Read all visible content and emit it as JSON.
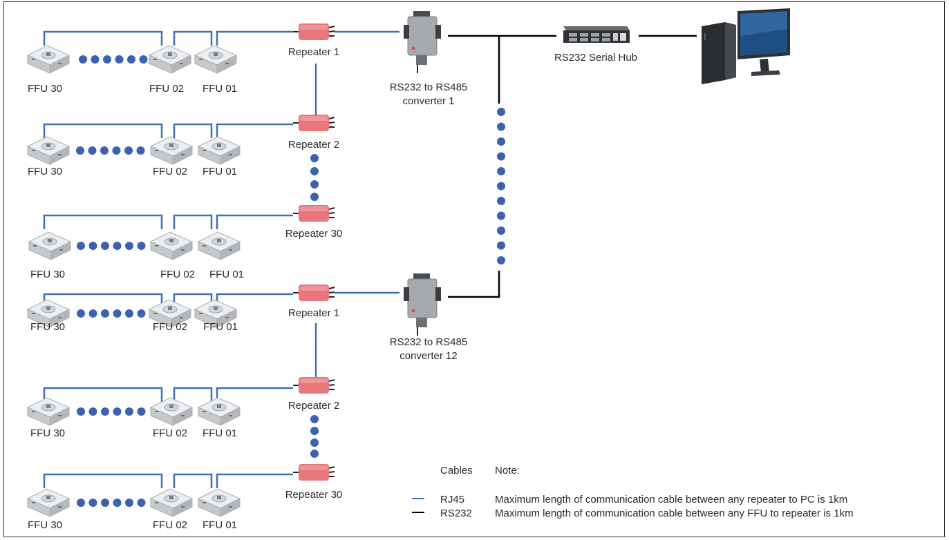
{
  "ffu_rows": [
    {
      "labels": [
        "FFU 30",
        "FFU 02",
        "FFU 01"
      ]
    },
    {
      "labels": [
        "FFU 30",
        "FFU 02",
        "FFU 01"
      ]
    },
    {
      "labels": [
        "FFU 30",
        "FFU 02",
        "FFU 01"
      ]
    },
    {
      "labels": [
        "FFU 30",
        "FFU 02",
        "FFU 01"
      ]
    },
    {
      "labels": [
        "FFU 30",
        "FFU 02",
        "FFU 01"
      ]
    },
    {
      "labels": [
        "FFU 30",
        "FFU 02",
        "FFU 01"
      ]
    }
  ],
  "repeaters": [
    "Repeater 1",
    "Repeater 2",
    "Repeater 30",
    "Repeater 1",
    "Repeater 2",
    "Repeater 30"
  ],
  "converters": [
    {
      "line1": "RS232 to RS485",
      "line2": "converter 1"
    },
    {
      "line1": "RS232 to RS485",
      "line2": "converter 12"
    }
  ],
  "hub_label": "RS232 Serial Hub",
  "legend": {
    "title": "Cables",
    "items": [
      {
        "name": "RJ45",
        "color": "#3f6fb5"
      },
      {
        "name": "RS232",
        "color": "#000000"
      }
    ]
  },
  "note": {
    "title": "Note:",
    "lines": [
      "Maximum length of communication cable between any repeater to PC is 1km",
      "Maximum length of communication cable between any FFU to repeater is 1km"
    ]
  },
  "colors": {
    "rj45": "#3f6fb5",
    "rs232": "#000000",
    "dot": "#3b62b0",
    "repeater": "#e8767a",
    "ffu": "#d7d9db"
  }
}
